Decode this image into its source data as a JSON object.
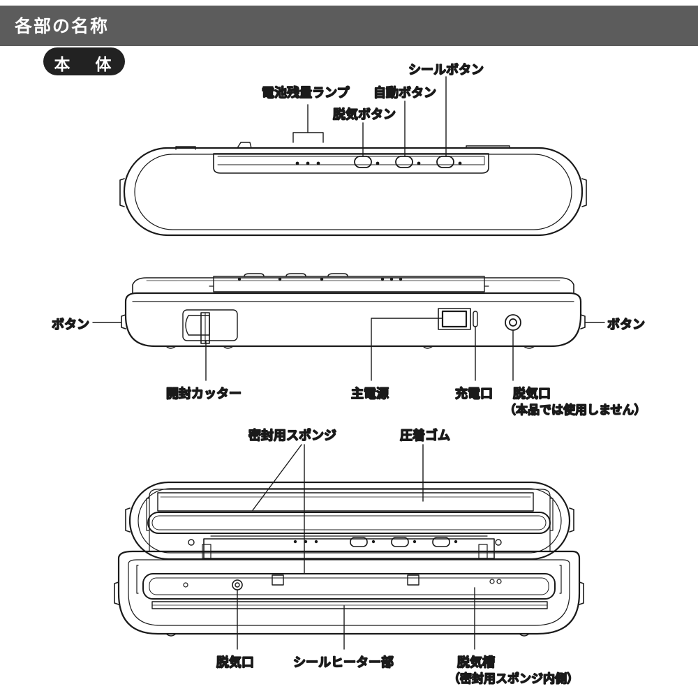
{
  "header": {
    "title": "各部の名称"
  },
  "section": {
    "label": "本 体"
  },
  "labels": {
    "battery_lamp": "電池残量ランプ",
    "auto_button": "自動ボタン",
    "seal_button": "シールボタン",
    "vacuum_button": "脱気ボタン",
    "button_left": "ボタン",
    "button_right": "ボタン",
    "cutter": "開封カッター",
    "main_power": "主電源",
    "charge_port": "充電口",
    "vacuum_port_side": "脱気口",
    "vacuum_port_side_note": "（本品では使用しません）",
    "seal_sponge": "密封用スポンジ",
    "pressure_rubber": "圧着ゴム",
    "vacuum_port_inner": "脱気口",
    "seal_heater": "シールヒーター部",
    "vacuum_chamber": "脱気槽",
    "vacuum_chamber_note": "（密封用スポンジ内側）"
  },
  "colors": {
    "header_bg": "#5c5c5c",
    "pill_bg": "#222222",
    "line": "#1a1a1a"
  }
}
